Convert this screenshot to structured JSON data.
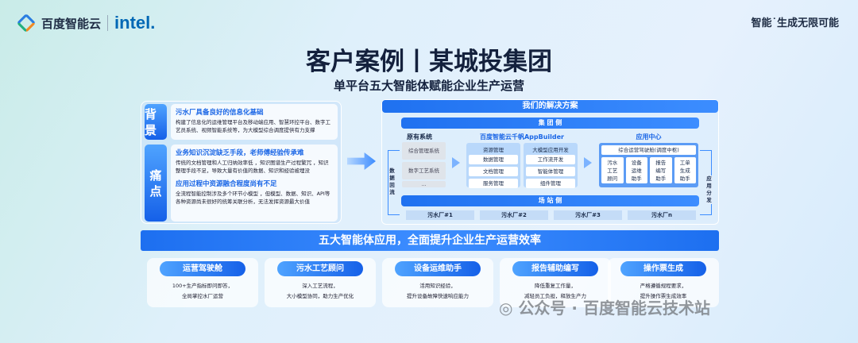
{
  "header": {
    "brand": "百度智能云",
    "partner": "intel.",
    "slogan": "智能˙生成无限可能"
  },
  "title": "客户案例丨某城投集团",
  "subtitle": "单平台五大智能体赋能企业生产运营",
  "left": {
    "bg_tag": "背景",
    "pain_tag": "痛点",
    "items": [
      {
        "heading": "污水厂具备良好的信息化基础",
        "text": "构建了信息化的运维管理平台及移动端应用、智慧环控平台、数字工艺员系统、视频智能系统等，为大模型综合调度提供有力支撑"
      },
      {
        "heading": "业务知识沉淀缺乏手段，老师傅经验传承难",
        "text": "传统的文档管理和人工归纳效率低 ，知识图谱生产过程繁冗 ，知识整理手段不足，导致大量有价值的数据、知识和经验被埋没"
      },
      {
        "heading": "应用过程中资源融合程度尚有不足",
        "text": "全流程智能控制涉及多个环节小模型 ，但模型、数据、知识、API等各种资源尚未很好的统筹关联分析，无法发挥资源最大价值"
      }
    ]
  },
  "solution": {
    "title": "我们的解决方案",
    "group_side": "集 团 侧",
    "site_side": "场 站 侧",
    "data_return": "数据回流",
    "app_dist": "应用分发",
    "original": {
      "title": "原有系统",
      "items": [
        "综合管理系统",
        "数字工艺系统",
        "..."
      ]
    },
    "appbuilder": {
      "title": "百度智能云千帆AppBuilder",
      "resource": {
        "title": "资源管理",
        "items": [
          "数据管理",
          "文档管理",
          "服务管理"
        ]
      },
      "llm": {
        "title": "大模型应用开发",
        "items": [
          "工作流开发",
          "智能体管理",
          "组件管理"
        ]
      }
    },
    "appcenter": {
      "title": "应用中心",
      "top": "综合运营驾驶舱(调度中枢)",
      "items": [
        "污水工艺顾问",
        "设备运维助手",
        "报告编写助手",
        "工单生成助手"
      ]
    },
    "plants": [
      "污水厂#1",
      "污水厂#2",
      "污水厂#3",
      "污水厂n"
    ]
  },
  "banner": "五大智能体应用，全面提升企业生产运营效率",
  "cards": [
    {
      "title": "运营驾驶舱",
      "l1": "100+生产指标即问即答，",
      "l2": "全局掌控水厂运营"
    },
    {
      "title": "污水工艺顾问",
      "l1": "深入工艺流程，",
      "l2": "大小模型协同，助力生产优化"
    },
    {
      "title": "设备运维助手",
      "l1": "活用知识经验，",
      "l2": "提升设备故障快速响应能力"
    },
    {
      "title": "报告辅助编写",
      "l1": "降低重复工作量，",
      "l2": "减轻员工负担，释放生产力"
    },
    {
      "title": "操作票生成",
      "l1": "严格遵循规程要求，",
      "l2": "提升操作票生成效率"
    }
  ],
  "watermark": "公众号 · 百度智能云技术站",
  "colors": {
    "accent": "#1f71f0",
    "heading": "#1a66e6"
  }
}
